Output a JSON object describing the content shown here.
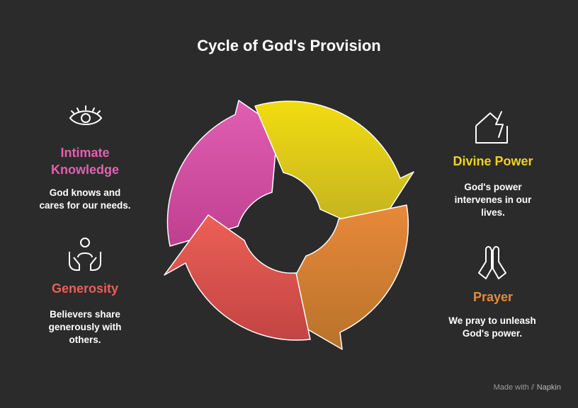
{
  "title": "Cycle of God's Provision",
  "colors": {
    "intimate_knowledge": "#e360b0",
    "divine_power": "#f0d31a",
    "prayer": "#e88a3a",
    "generosity": "#ea5f55"
  },
  "steps": [
    {
      "key": "intimate_knowledge",
      "title": "Intimate\nKnowledge",
      "description": "God knows and\ncares for our needs.",
      "icon": "eye-icon"
    },
    {
      "key": "divine_power",
      "title": "Divine Power",
      "description": "God's power\nintervenes in our\nlives.",
      "icon": "house-lightning-icon"
    },
    {
      "key": "prayer",
      "title": "Prayer",
      "description": "We pray to unleash\nGod's power.",
      "icon": "praying-hands-icon"
    },
    {
      "key": "generosity",
      "title": "Generosity",
      "description": "Believers share\ngenerously with\nothers.",
      "icon": "person-hands-icon"
    }
  ],
  "watermark": {
    "prefix": "Made with",
    "brand": "Napkin"
  }
}
